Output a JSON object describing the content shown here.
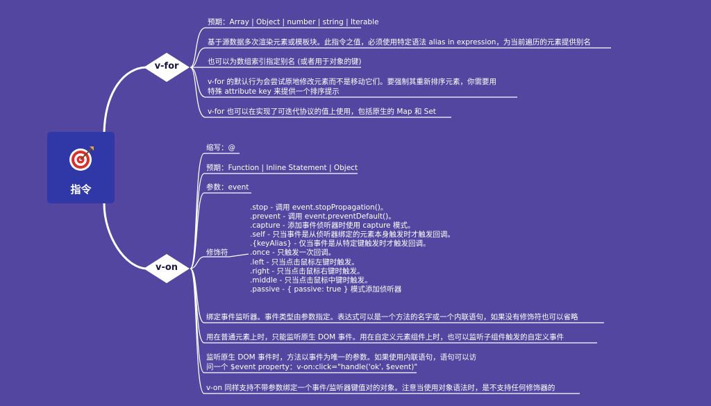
{
  "root": {
    "label": "指令",
    "icon": "target-dart-icon"
  },
  "branches": {
    "vfor": {
      "label": "v-for",
      "items": [
        "预期：Array | Object | number | string | Iterable",
        "基于源数据多次渲染元素或模板块。此指令之值，必须使用特定语法 alias in expression，为当前遍历的元素提供别名",
        "也可以为数组索引指定别名 (或者用于对象的键)",
        "v-for 的默认行为会尝试原地修改元素而不是移动它们。要强制其重新排序元素，你需要用",
        "特殊 attribute key 来提供一个排序提示",
        "v-for 也可以在实现了可迭代协议的值上使用，包括原生的 Map 和 Set"
      ]
    },
    "von": {
      "label": "v-on",
      "items": [
        "缩写：@",
        "预期：Function | Inline Statement | Object",
        "参数：event",
        "修饰符",
        "绑定事件监听器。事件类型由参数指定。表达式可以是一个方法的名字或一个内联语句，如果没有修饰符也可以省略",
        "用在普通元素上时，只能监听原生 DOM 事件。用在自定义元素组件上时，也可以监听子组件触发的自定义事件",
        "监听原生 DOM 事件时，方法以事件为唯一的参数。如果使用内联语句，语句可以访",
        "问一个 $event property：v-on:click=\"handle('ok', $event)\"",
        "v-on 同样支持不带参数绑定一个事件/监听器键值对的对象。注意当使用对象语法时，是不支持任何修饰器的"
      ],
      "modifiers": [
        ".stop - 调用 event.stopPropagation()。",
        ".prevent - 调用 event.preventDefault()。",
        ".capture - 添加事件侦听器时使用 capture 模式。",
        ".self - 只当事件是从侦听器绑定的元素本身触发时才触发回调。",
        ".{keyAlias} - 仅当事件是从特定键触发时才触发回调。",
        ".once - 只触发一次回调。",
        ".left - 只当点击鼠标左键时触发。",
        ".right - 只当点击鼠标右键时触发。",
        ".middle - 只当点击鼠标中键时触发。",
        ".passive - { passive: true } 模式添加侦听器"
      ]
    }
  },
  "colors": {
    "background": "#5346a0",
    "root": "#3037a6",
    "line": "#ffffff",
    "target": "#d9302c"
  }
}
